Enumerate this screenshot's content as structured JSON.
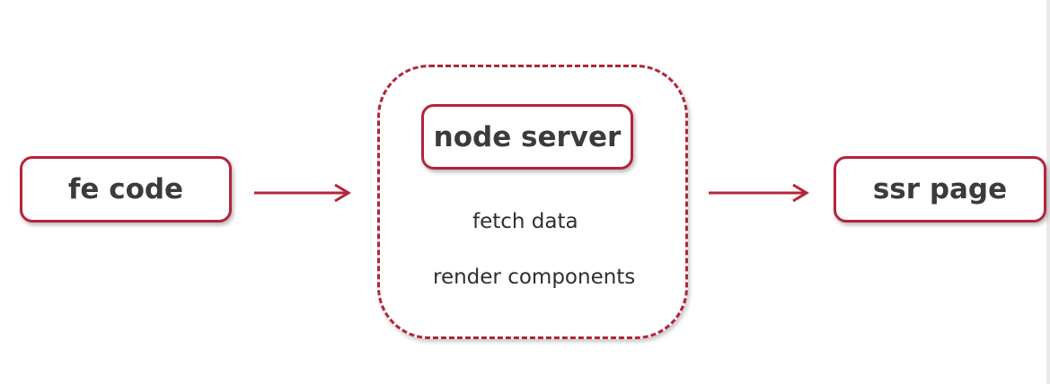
{
  "diagram": {
    "input_node": {
      "label": "fe code"
    },
    "server_group": {
      "title": "node server",
      "steps": [
        "fetch data",
        "render components"
      ]
    },
    "output_node": {
      "label": "ssr page"
    },
    "edges": [
      {
        "from": "fe code",
        "to": "node server"
      },
      {
        "from": "node server",
        "to": "ssr page"
      }
    ]
  },
  "colors": {
    "accent": "#b5243a",
    "text": "#3b3b3b",
    "background": "#ffffff"
  }
}
